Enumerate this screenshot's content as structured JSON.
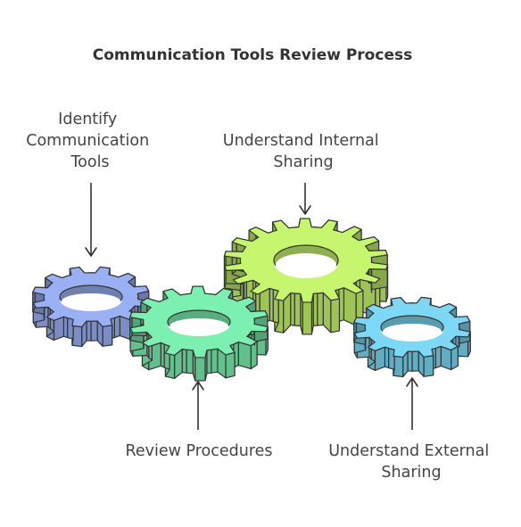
{
  "title": "Communication Tools Review Process",
  "colors": {
    "blue": "#9ab0f5",
    "green": "#7cf0b0",
    "lime": "#c6f56e",
    "cyan": "#7cd8f5",
    "stroke": "#333333"
  },
  "steps": [
    {
      "id": "identify",
      "lines": [
        "Identify",
        "Communication",
        "Tools"
      ],
      "color": "#9ab0f5"
    },
    {
      "id": "review",
      "lines": [
        "Review Procedures"
      ],
      "color": "#7cf0b0"
    },
    {
      "id": "internal",
      "lines": [
        "Understand Internal",
        "Sharing"
      ],
      "color": "#c6f56e"
    },
    {
      "id": "external",
      "lines": [
        "Understand External",
        "Sharing"
      ],
      "color": "#7cd8f5"
    }
  ]
}
